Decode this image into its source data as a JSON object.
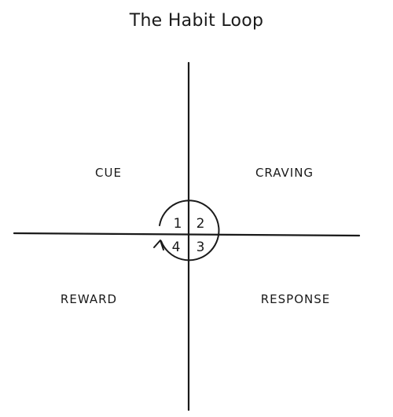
{
  "title": "The Habit Loop",
  "quadrants": {
    "top_left": "CUE",
    "top_right": "CRAVING",
    "bottom_left": "REWARD",
    "bottom_right": "RESPONSE"
  },
  "circle_numbers": [
    "1",
    "2",
    "3",
    "4"
  ],
  "colors": {
    "ink": "#1a1a1a",
    "background": "#ffffff"
  }
}
